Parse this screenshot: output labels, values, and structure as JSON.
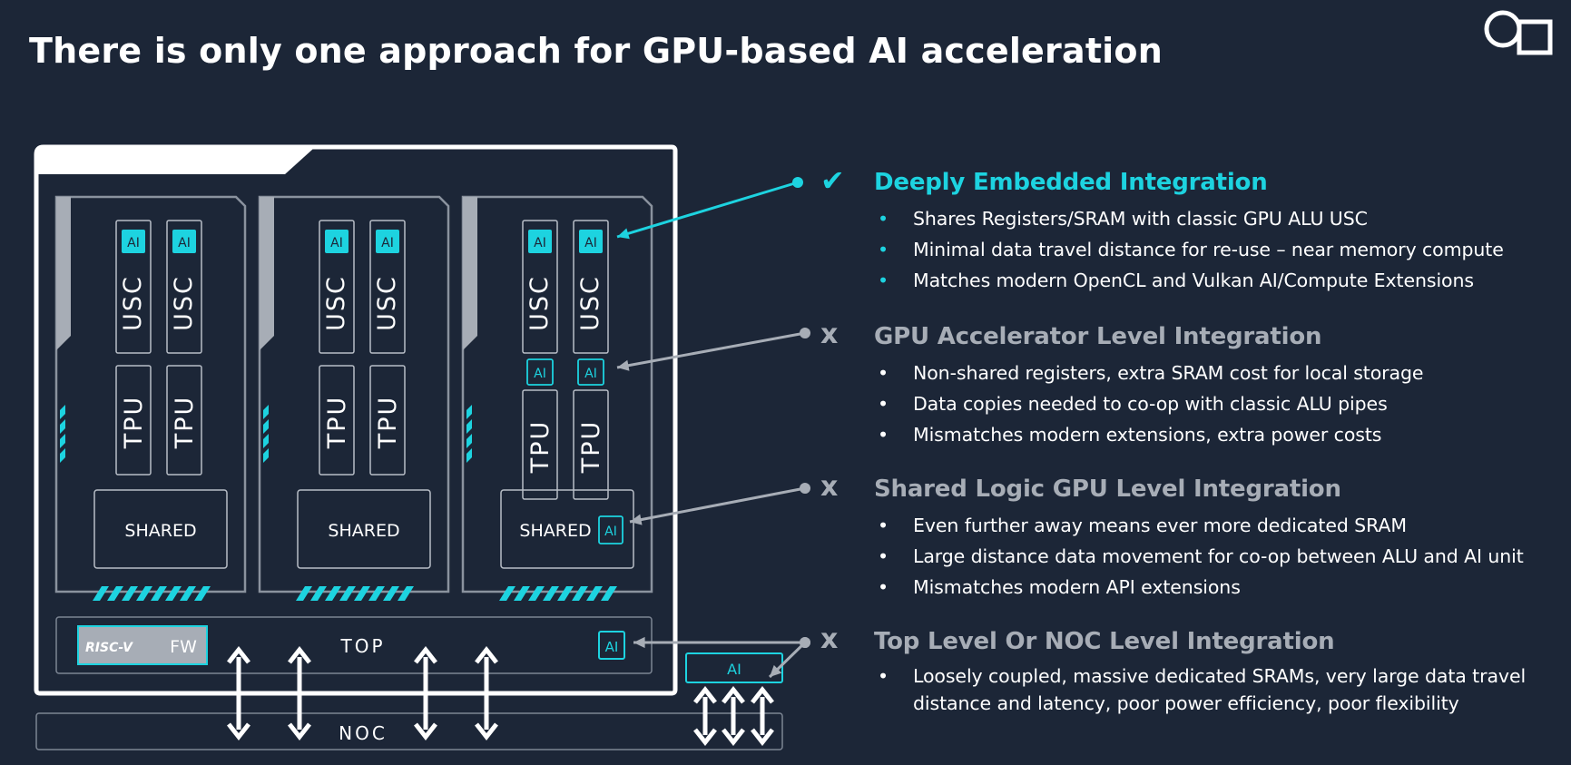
{
  "title": "There is only one approach for GPU-based AI acceleration",
  "colors": {
    "background": "#1c2637",
    "accent": "#1dd3e0",
    "muted": "#a7adb6",
    "white": "#ffffff"
  },
  "diagram": {
    "blocks": [
      {
        "usc": [
          "USC",
          "USC"
        ],
        "tpu": [
          "TPU",
          "TPU"
        ],
        "shared": "SHARED"
      },
      {
        "usc": [
          "USC",
          "USC"
        ],
        "tpu": [
          "TPU",
          "TPU"
        ],
        "shared": "SHARED"
      },
      {
        "usc": [
          "USC",
          "USC"
        ],
        "tpu": [
          "TPU",
          "TPU"
        ],
        "shared": "SHARED"
      }
    ],
    "ai_label": "AI",
    "top_label": "TOP",
    "noc_label": "NOC",
    "riscv_label": "RISC-V",
    "fw_label": "FW"
  },
  "sections": [
    {
      "mark": "✔",
      "status": "selected",
      "title": "Deeply Embedded Integration",
      "bullets": [
        "Shares Registers/SRAM with classic GPU ALU USC",
        "Minimal data travel distance for re-use – near memory compute",
        "Matches modern OpenCL and Vulkan AI/Compute Extensions"
      ]
    },
    {
      "mark": "x",
      "status": "rejected",
      "title": "GPU Accelerator Level Integration",
      "bullets": [
        "Non-shared registers, extra SRAM cost for local storage",
        "Data copies needed to co-op with classic ALU pipes",
        "Mismatches modern extensions, extra power costs"
      ]
    },
    {
      "mark": "x",
      "status": "rejected",
      "title": "Shared Logic GPU Level Integration",
      "bullets": [
        "Even further away means ever more dedicated SRAM",
        "Large distance data movement for co-op between ALU and AI unit",
        "Mismatches modern API extensions"
      ]
    },
    {
      "mark": "x",
      "status": "rejected",
      "title": "Top Level Or NOC Level Integration",
      "bullets": [
        "Loosely coupled, massive dedicated SRAMs, very large data travel distance and latency, poor power efficiency, poor flexibility"
      ]
    }
  ]
}
